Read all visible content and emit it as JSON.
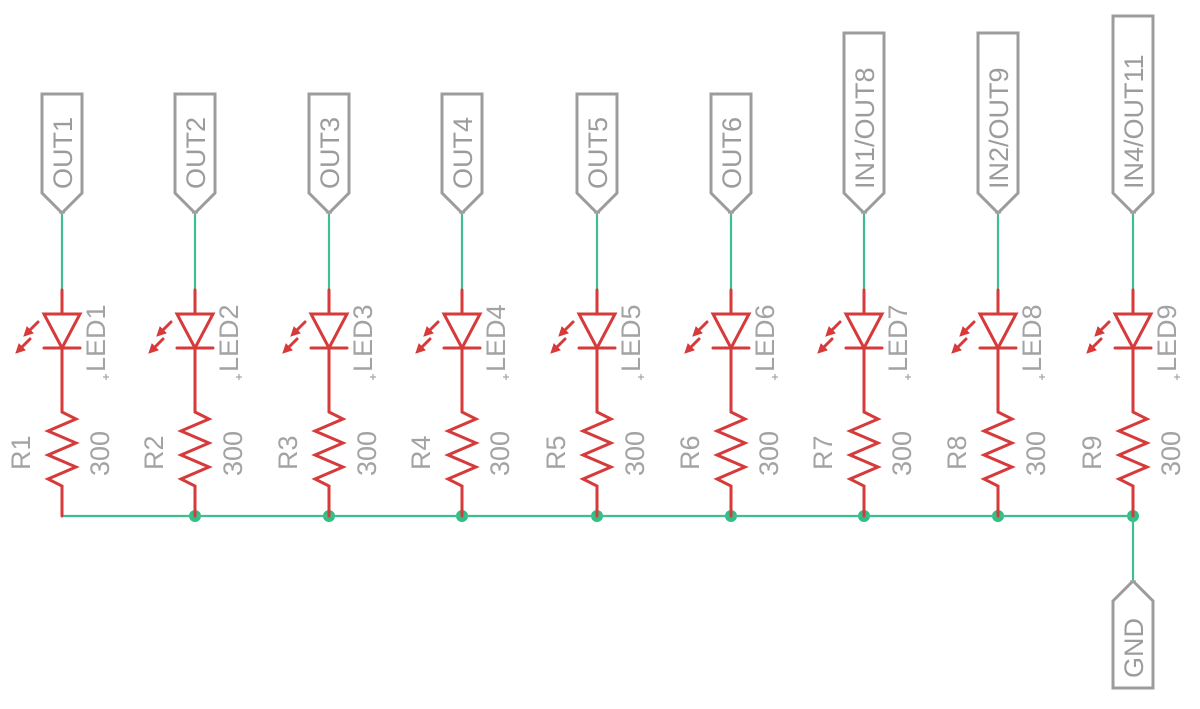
{
  "columns": [
    {
      "port": "OUT1",
      "led": "LED1",
      "resistor": "R1",
      "value": "300"
    },
    {
      "port": "OUT2",
      "led": "LED2",
      "resistor": "R2",
      "value": "300"
    },
    {
      "port": "OUT3",
      "led": "LED3",
      "resistor": "R3",
      "value": "300"
    },
    {
      "port": "OUT4",
      "led": "LED4",
      "resistor": "R4",
      "value": "300"
    },
    {
      "port": "OUT5",
      "led": "LED5",
      "resistor": "R5",
      "value": "300"
    },
    {
      "port": "OUT6",
      "led": "LED6",
      "resistor": "R6",
      "value": "300"
    },
    {
      "port": "IN1/OUT8",
      "led": "LED7",
      "resistor": "R7",
      "value": "300"
    },
    {
      "port": "IN2/OUT9",
      "led": "LED8",
      "resistor": "R8",
      "value": "300"
    },
    {
      "port": "IN4/OUT11",
      "led": "LED9",
      "resistor": "R9",
      "value": "300"
    }
  ],
  "ground": {
    "port": "GND"
  },
  "colors": {
    "wire": "#3fbf8f",
    "component": "#d63a3a",
    "label": "#a3a3a3"
  }
}
